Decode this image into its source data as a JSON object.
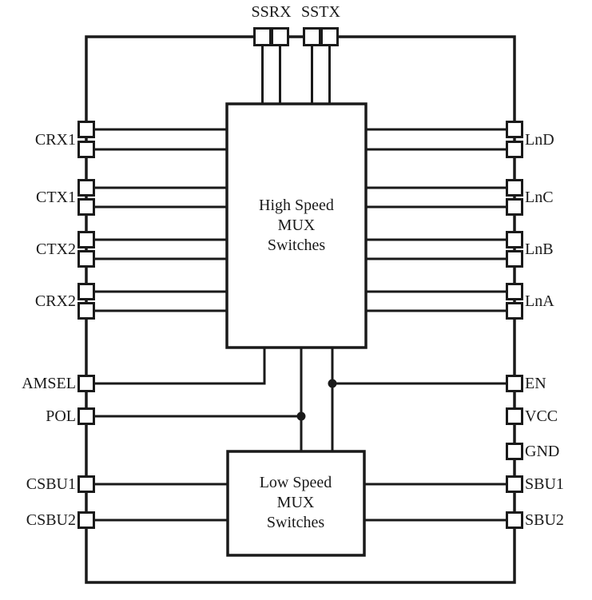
{
  "diagram": {
    "blocks": {
      "high_speed": {
        "lines": [
          "High Speed",
          "MUX",
          "Switches"
        ]
      },
      "low_speed": {
        "lines": [
          "Low Speed",
          "MUX",
          "Switches"
        ]
      }
    },
    "top_pins": [
      {
        "label": "SSRX"
      },
      {
        "label": "SSTX"
      }
    ],
    "left_pins": [
      {
        "label": "CRX1"
      },
      {
        "label": "CTX1"
      },
      {
        "label": "CTX2"
      },
      {
        "label": "CRX2"
      },
      {
        "label": "AMSEL"
      },
      {
        "label": "POL"
      },
      {
        "label": "CSBU1"
      },
      {
        "label": "CSBU2"
      }
    ],
    "right_pins": [
      {
        "label": "LnD"
      },
      {
        "label": "LnC"
      },
      {
        "label": "LnB"
      },
      {
        "label": "LnA"
      },
      {
        "label": "EN"
      },
      {
        "label": "VCC"
      },
      {
        "label": "GND"
      },
      {
        "label": "SBU1"
      },
      {
        "label": "SBU2"
      }
    ],
    "colors": {
      "line": "#1a1a1a",
      "background": "#ffffff",
      "text": "#1a1a1a"
    }
  }
}
